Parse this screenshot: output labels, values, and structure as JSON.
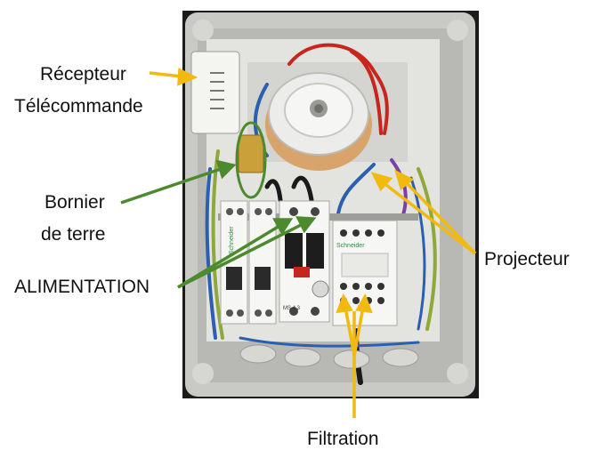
{
  "labels": {
    "recepteur_line1": "Récepteur",
    "recepteur_line2": "Télécommande",
    "bornier_line1": "Bornier",
    "bornier_line2": "de terre",
    "alimentation": "ALIMENTATION",
    "projecteur": "Projecteur",
    "filtration": "Filtration"
  },
  "device_markings": {
    "brand_left": "Schneider",
    "brand_right": "Schneider",
    "model": "MS 4,3"
  },
  "colors": {
    "arrow_yellow": "#f2b90f",
    "arrow_green": "#4d8a2e",
    "enclosure": "#c9c9c6",
    "backplate": "#e3e3e0",
    "wire_red": "#c8261d",
    "wire_blue": "#2b5fb0",
    "wire_green_yellow": "#8fa83a"
  }
}
